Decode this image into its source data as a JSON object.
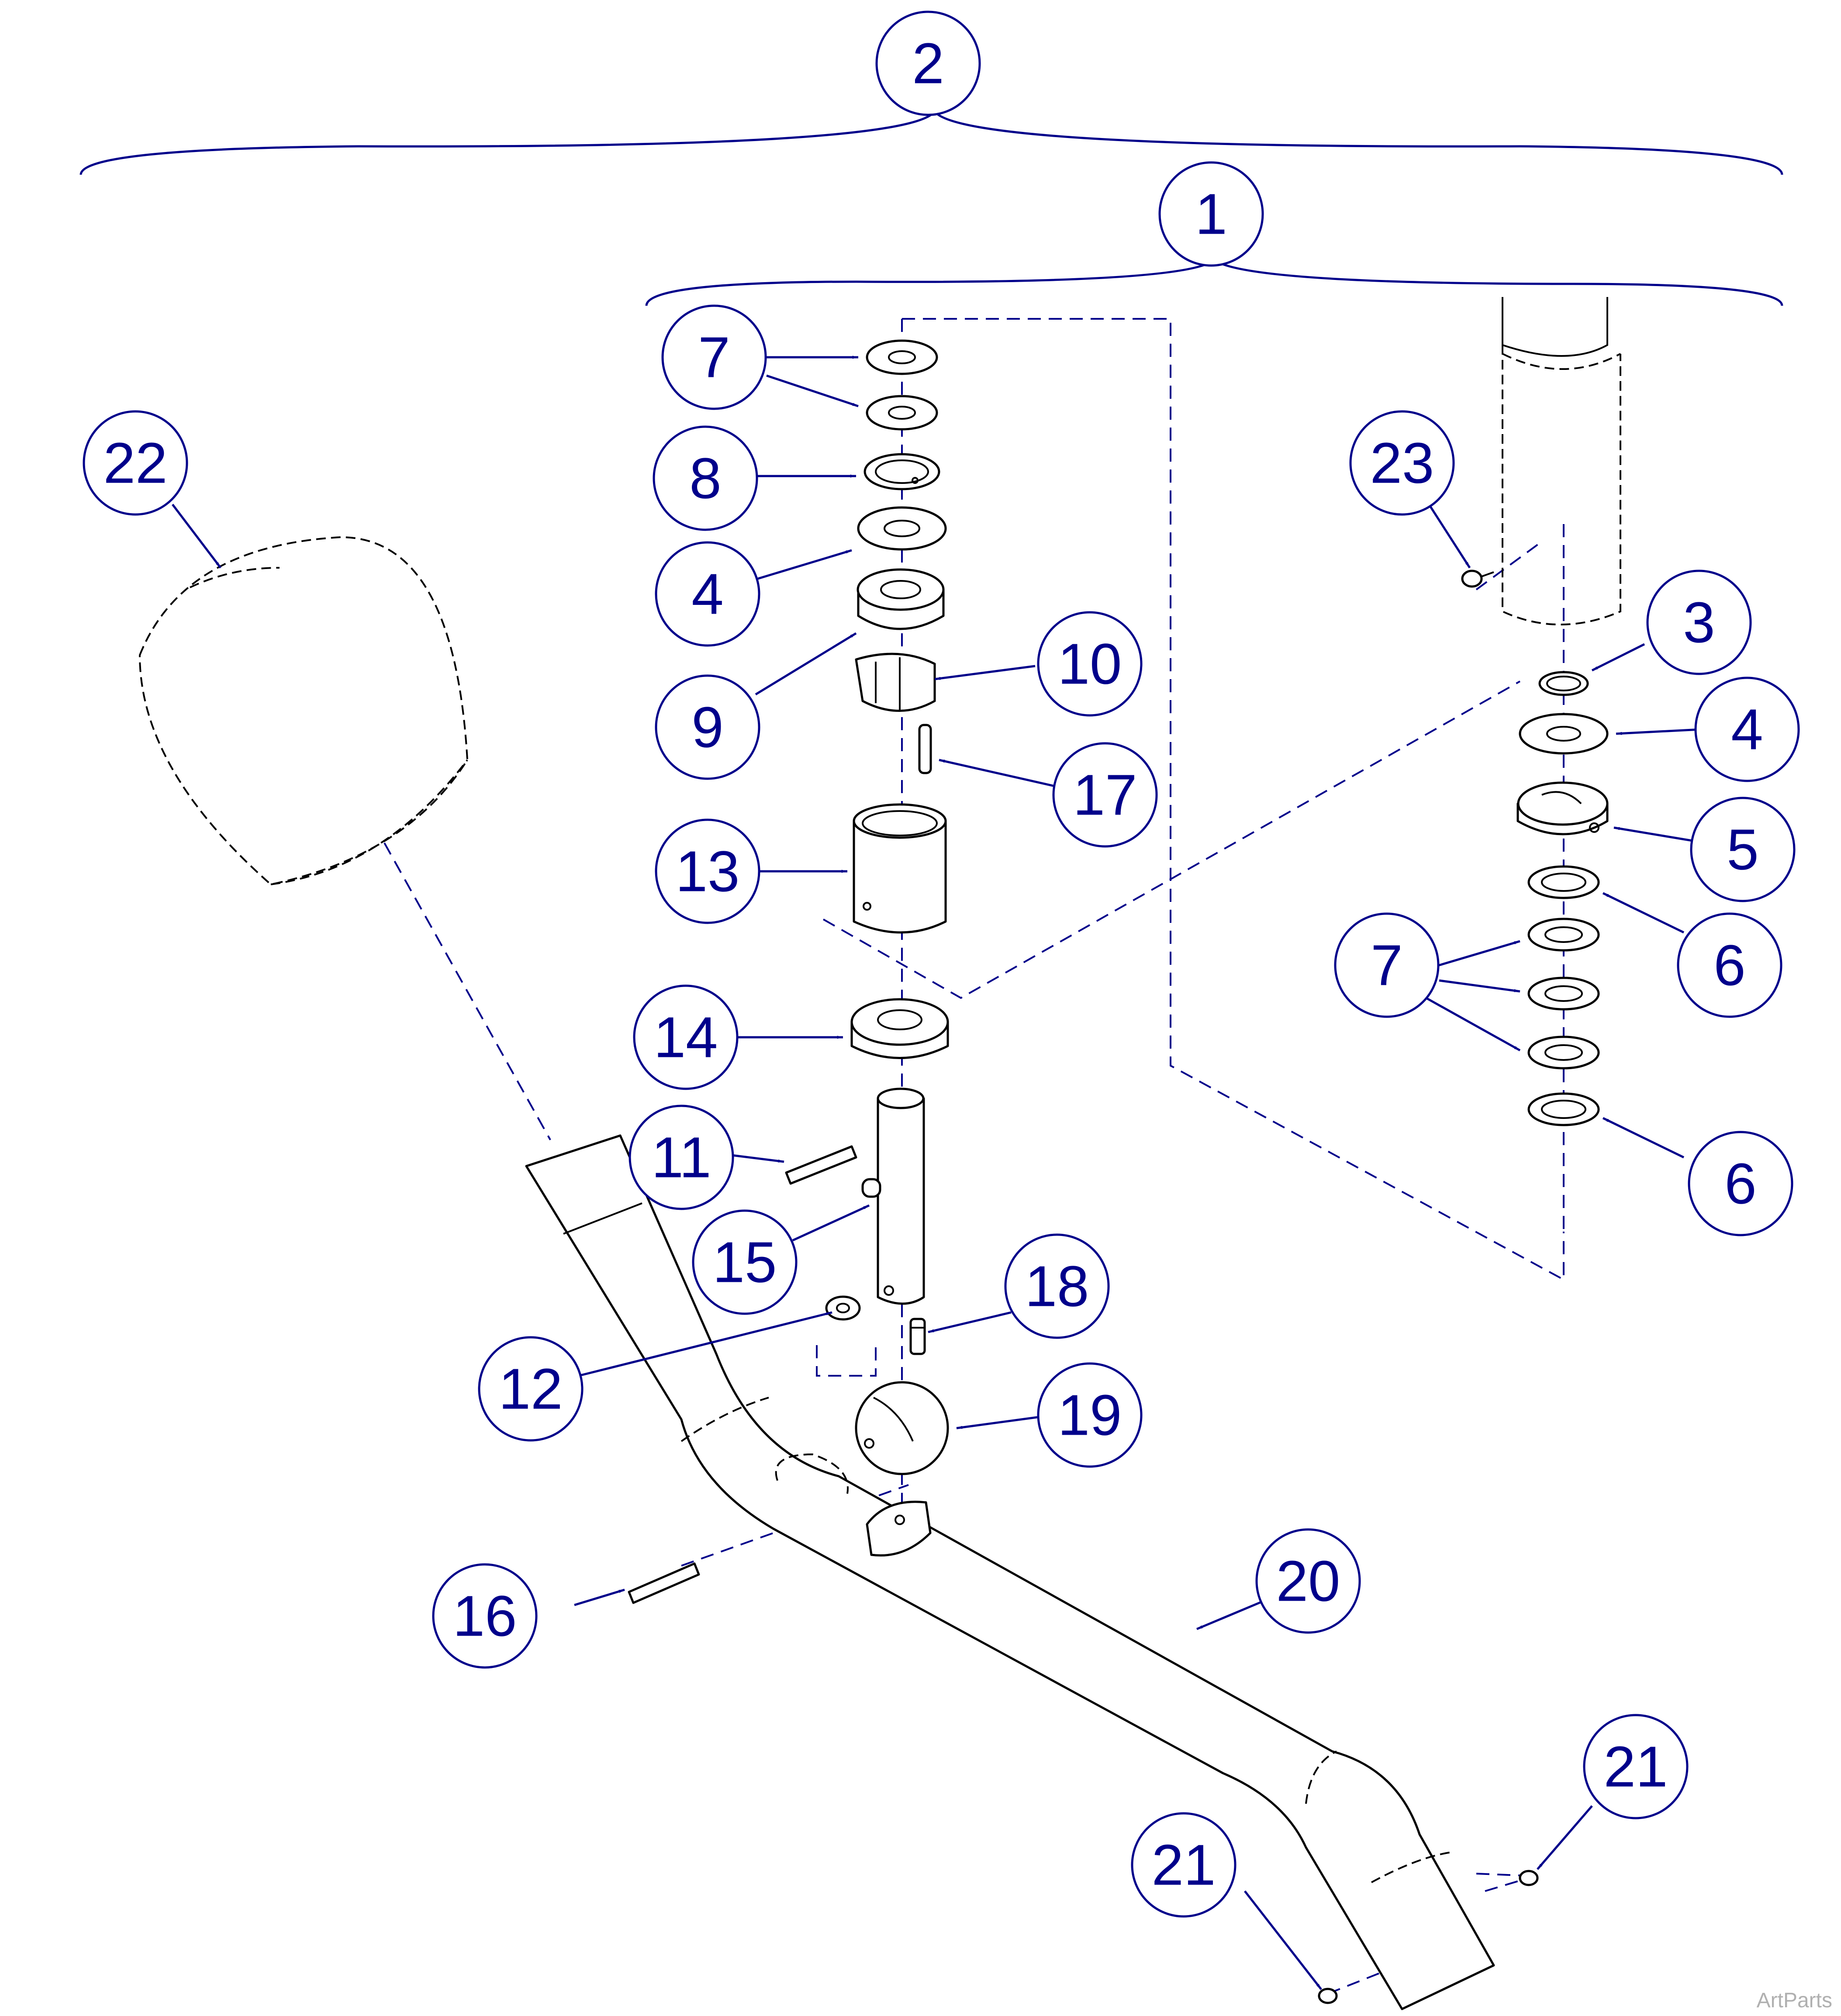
{
  "diagram": {
    "callouts": [
      "1",
      "2",
      "3",
      "4",
      "5",
      "6",
      "7",
      "8",
      "9",
      "10",
      "11",
      "12",
      "13",
      "14",
      "15",
      "16",
      "17",
      "18",
      "19",
      "20",
      "21",
      "22",
      "23"
    ],
    "watermark": "ArtParts",
    "colors": {
      "callout": "#00008b",
      "linework": "#000000",
      "background": "#ffffff"
    }
  }
}
